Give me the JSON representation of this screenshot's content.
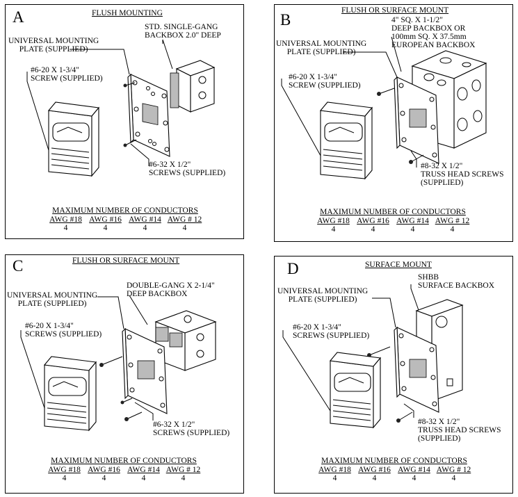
{
  "panels": [
    {
      "letter": "A",
      "title": "FLUSH MOUNTING",
      "box_label": [
        "STD. SINGLE-GANG",
        "BACKBOX 2.0\" DEEP"
      ],
      "plate_label": [
        "UNIVERSAL MOUNTING",
        "PLATE (SUPPLIED)"
      ],
      "screw_label": [
        "#6-20 X 1-3/4\"",
        "SCREW (SUPPLIED)"
      ],
      "box_screw_label": [
        "#6-32 X 1/2\"",
        "SCREWS (SUPPLIED)"
      ],
      "box_type": "single-gang",
      "table_title": "MAXIMUM NUMBER OF CONDUCTORS",
      "headers": [
        "AWG #18",
        "AWG #16",
        "AWG #14",
        "AWG # 12"
      ],
      "values": [
        "4",
        "4",
        "4",
        "4"
      ]
    },
    {
      "letter": "B",
      "title": "FLUSH OR SURFACE MOUNT",
      "box_label": [
        "4\" SQ. X 1-1/2\"",
        "DEEP BACKBOX OR",
        "100mm SQ. X 37.5mm",
        "EUROPEAN BACKBOX"
      ],
      "plate_label": [
        "UNIVERSAL MOUNTING",
        "PLATE (SUPPLIED)"
      ],
      "screw_label": [
        "#6-20 X 1-3/4\"",
        "SCREW (SUPPLIED)"
      ],
      "box_screw_label": [
        "#8-32 X 1/2\"",
        "TRUSS HEAD SCREWS",
        "(SUPPLIED)"
      ],
      "box_type": "square",
      "table_title": "MAXIMUM NUMBER OF CONDUCTORS",
      "headers": [
        "AWG #18",
        "AWG #16",
        "AWG #14",
        "AWG # 12"
      ],
      "values": [
        "4",
        "4",
        "4",
        "4"
      ]
    },
    {
      "letter": "C",
      "title": "FLUSH OR SURFACE MOUNT",
      "box_label": [
        "DOUBLE-GANG X 2-1/4\"",
        "DEEP BACKBOX"
      ],
      "plate_label": [
        "UNIVERSAL MOUNTING",
        "PLATE (SUPPLIED)"
      ],
      "screw_label": [
        "#6-20 X 1-3/4\"",
        "SCREWS (SUPPLIED)"
      ],
      "box_screw_label": [
        "#6-32 X 1/2\"",
        "SCREWS (SUPPLIED)"
      ],
      "box_type": "double-gang",
      "table_title": "MAXIMUM NUMBER OF CONDUCTORS",
      "headers": [
        "AWG #18",
        "AWG #16",
        "AWG #14",
        "AWG # 12"
      ],
      "values": [
        "4",
        "4",
        "4",
        "4"
      ]
    },
    {
      "letter": "D",
      "title": "SURFACE MOUNT",
      "box_label": [
        "SHBB",
        "SURFACE BACKBOX"
      ],
      "plate_label": [
        "UNIVERSAL MOUNTING",
        "PLATE (SUPPLIED)"
      ],
      "screw_label": [
        "#6-20 X 1-3/4\"",
        "SCREWS (SUPPLIED)"
      ],
      "box_screw_label": [
        "#8-32 X 1/2\"",
        "TRUSS HEAD SCREWS",
        "(SUPPLIED)"
      ],
      "box_type": "surface",
      "table_title": "MAXIMUM NUMBER OF CONDUCTORS",
      "headers": [
        "AWG #18",
        "AWG #16",
        "AWG #14",
        "AWG # 12"
      ],
      "values": [
        "4",
        "4",
        "4",
        "4"
      ]
    }
  ]
}
